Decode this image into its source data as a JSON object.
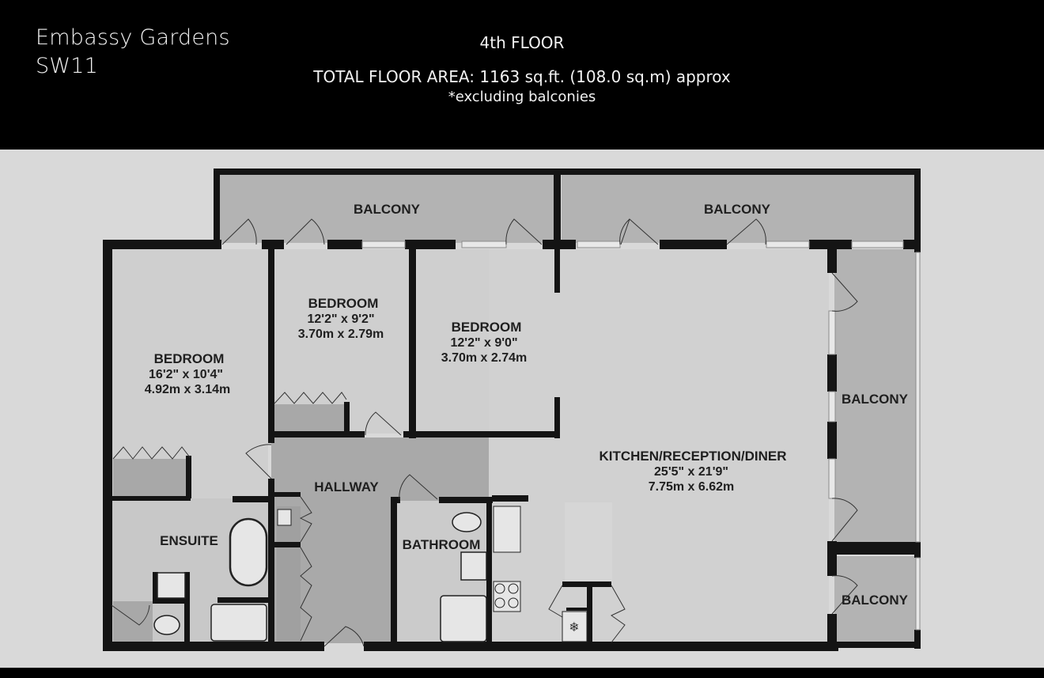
{
  "header": {
    "property_name": "Embassy Gardens",
    "postcode": "SW11",
    "floor": "4th FLOOR",
    "total_area": "TOTAL FLOOR AREA: 1163 sq.ft. (108.0 sq.m) approx",
    "note": "*excluding balconies"
  },
  "colors": {
    "header_bg": "#000000",
    "page_bg": "#d9d9d9",
    "room_fill": "#d0d0d0",
    "balcony_fill": "#b3b3b3",
    "hallway_fill": "#a8a8a8",
    "wall": "#141414",
    "text": "#1f1f1f"
  },
  "rooms": {
    "bedroom1": {
      "name": "BEDROOM",
      "imperial": "16'2\"  x 10'4\"",
      "metric": "4.92m  x 3.14m"
    },
    "bedroom2": {
      "name": "BEDROOM",
      "imperial": "12'2\"  x 9'2\"",
      "metric": "3.70m  x 2.79m"
    },
    "bedroom3": {
      "name": "BEDROOM",
      "imperial": "12'2\"  x 9'0\"",
      "metric": "3.70m  x 2.74m"
    },
    "kitchen": {
      "name": "KITCHEN/RECEPTION/DINER",
      "imperial": "25'5\"  x 21'9\"",
      "metric": "7.75m  x 6.62m"
    },
    "hallway": {
      "name": "HALLWAY"
    },
    "ensuite": {
      "name": "ENSUITE"
    },
    "bathroom": {
      "name": "BATHROOM"
    },
    "balcony_top_left": {
      "name": "BALCONY"
    },
    "balcony_top_right": {
      "name": "BALCONY"
    },
    "balcony_right": {
      "name": "BALCONY"
    },
    "balcony_bottom_right": {
      "name": "BALCONY"
    }
  },
  "fixtures": [
    "wardrobe-bedroom1",
    "wardrobe-bedroom2",
    "bathtub-ensuite",
    "basin-ensuite",
    "toilet-ensuite",
    "shower-ensuite",
    "boiler-cupboard",
    "hallway-cupboard",
    "toilet-bathroom",
    "basin-bathroom",
    "shower-bathroom",
    "kitchen-sink",
    "hob",
    "fridge-freezer",
    "kitchen-cupboard"
  ]
}
